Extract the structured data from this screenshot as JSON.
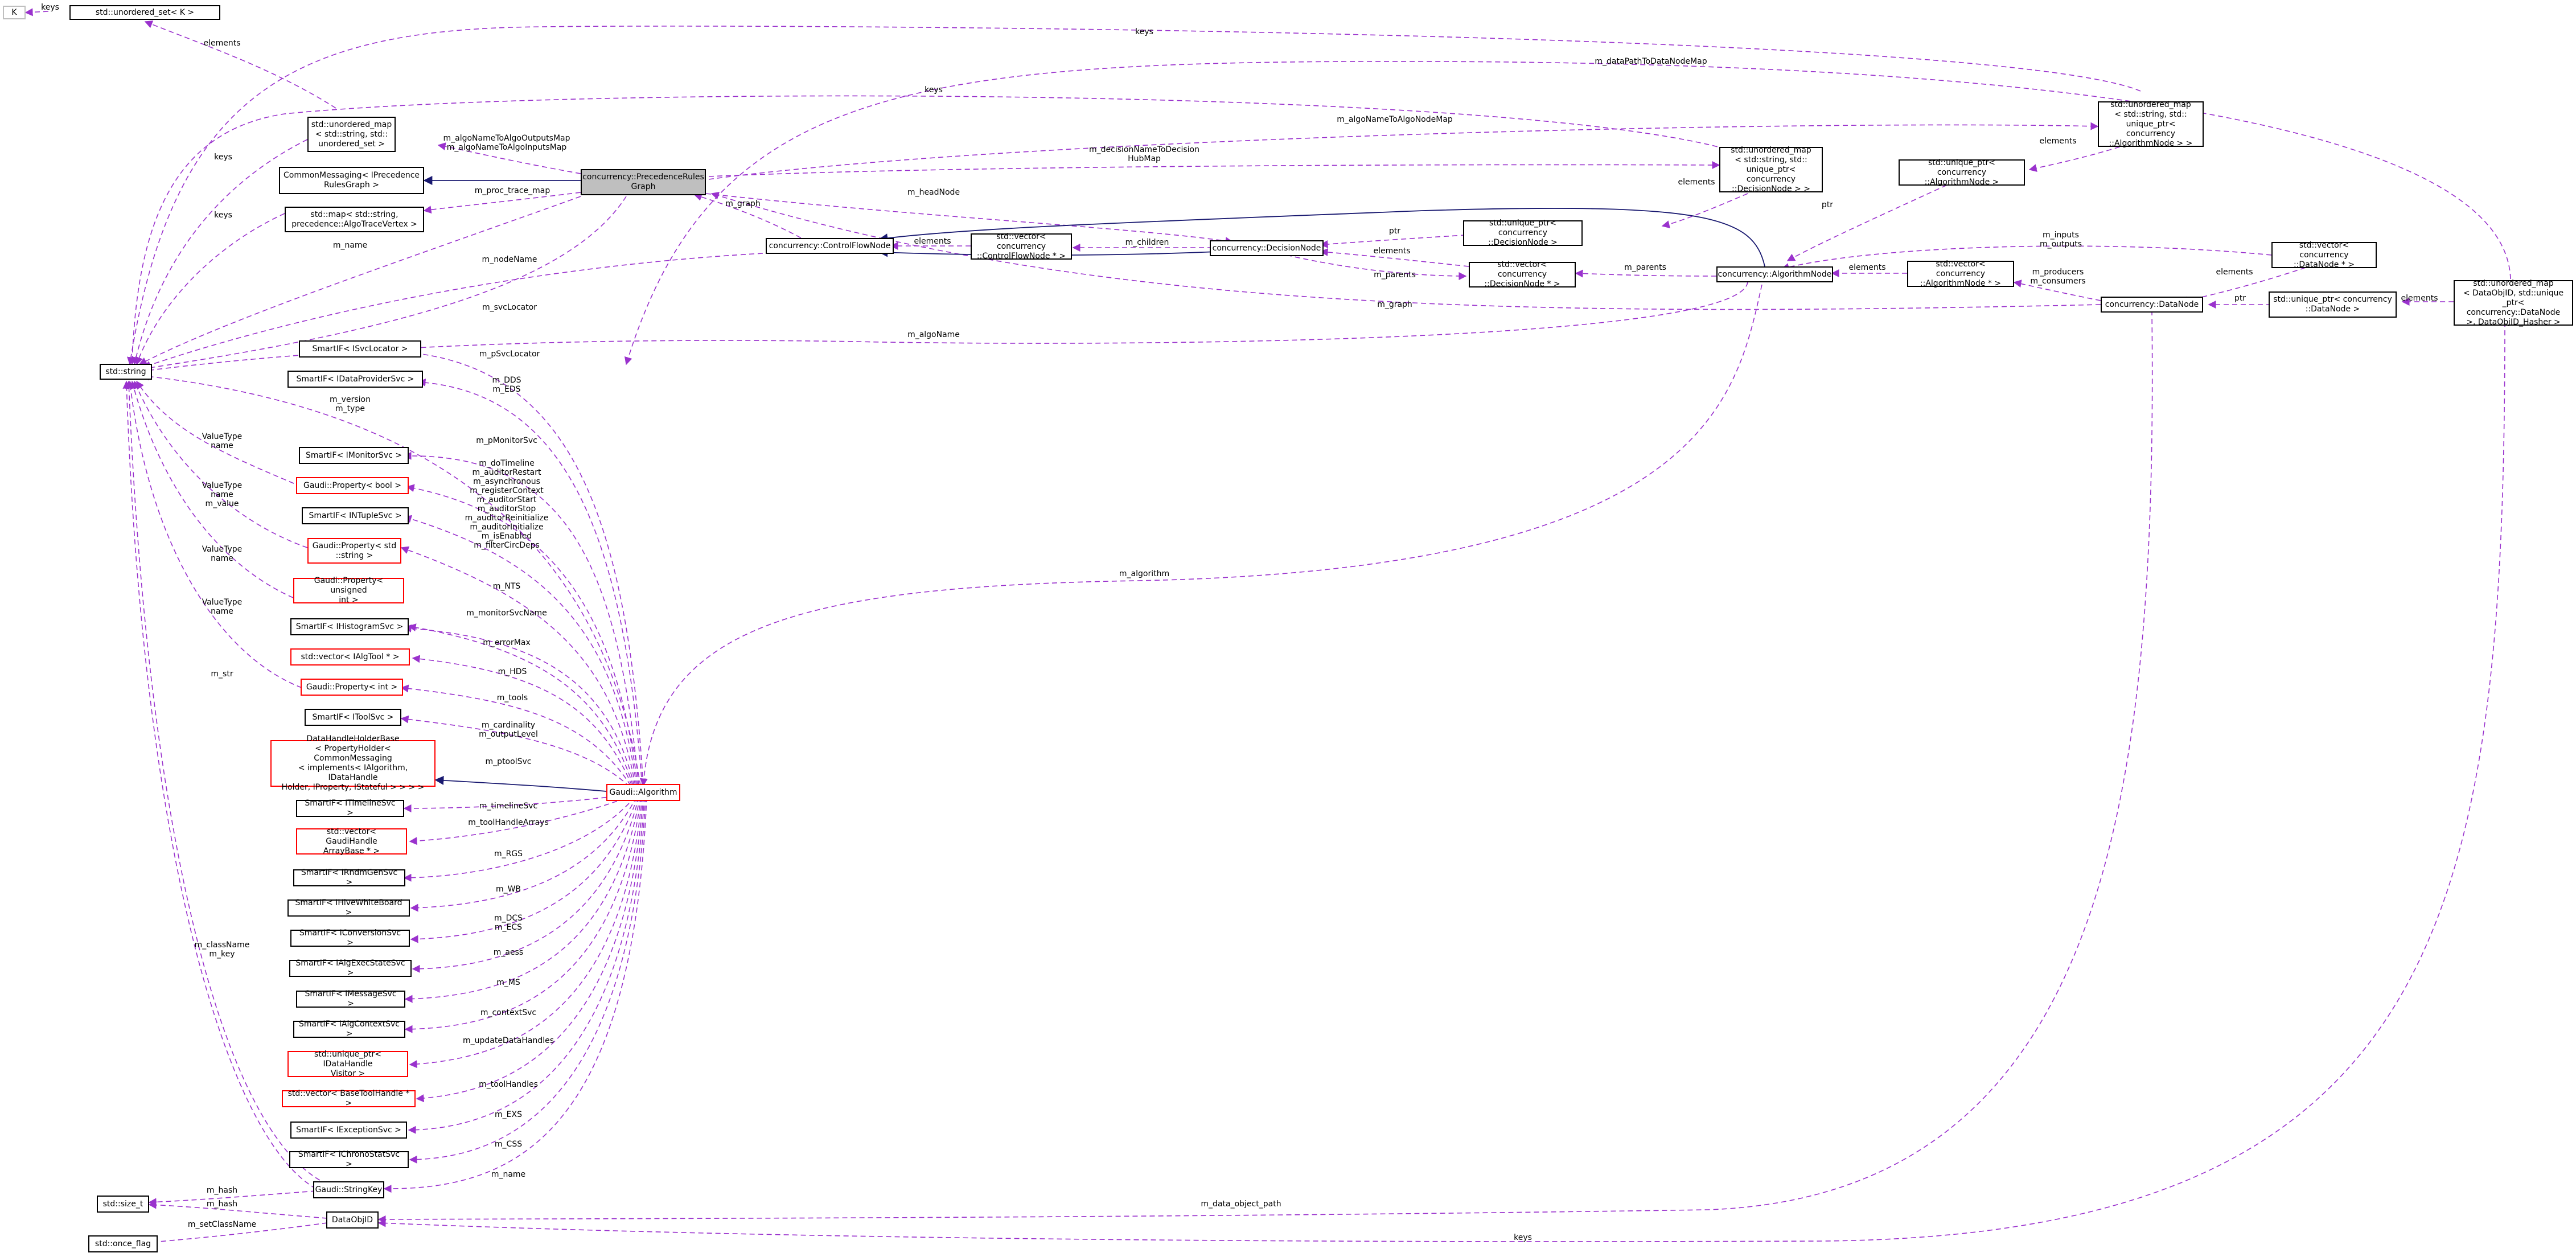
{
  "colors": {
    "dependency": "#9a32cd",
    "inheritance": "#191970",
    "node_border": "#000000",
    "incomplete_border": "#ff0000",
    "focus_fill": "#bfbfbf"
  },
  "nodes": {
    "k": "K",
    "unordered_set": "std::unordered_set< K >",
    "umap_set": "std::unordered_map\n< std::string, std::\nunordered_set >",
    "commonmsg": "CommonMessaging< IPrecedence\nRulesGraph >",
    "prg": "concurrency::PrecedenceRules\nGraph",
    "map_trace": "std::map< std::string,\nprecedence::AlgoTraceVertex >",
    "string": "std::string",
    "cfn": "concurrency::ControlFlowNode",
    "vec_cfn": "std::vector< concurrency\n::ControlFlowNode * >",
    "decision_node": "concurrency::DecisionNode",
    "uptr_decision": "std::unique_ptr< concurrency\n::DecisionNode >",
    "vec_decision": "std::vector< concurrency\n::DecisionNode * >",
    "umap_decision": "std::unordered_map\n< std::string, std::\nunique_ptr< concurrency\n::DecisionNode > >",
    "uptr_algo": "std::unique_ptr< concurrency\n::AlgorithmNode >",
    "umap_algo": "std::unordered_map\n< std::string, std::\nunique_ptr< concurrency\n::AlgorithmNode > >",
    "algo_node": "concurrency::AlgorithmNode",
    "vec_algo": "std::vector< concurrency\n::AlgorithmNode * >",
    "vec_data": "std::vector< concurrency\n::DataNode * >",
    "data_node": "concurrency::DataNode",
    "uptr_data": "std::unique_ptr< concurrency\n::DataNode >",
    "umap_data": "std::unordered_map\n< DataObjID, std::unique\n_ptr< concurrency::DataNode\n>, DataObjID_Hasher >",
    "svclocator": "SmartIF< ISvcLocator >",
    "dataprovider": "SmartIF< IDataProviderSvc >",
    "monitorsvc": "SmartIF< IMonitorSvc >",
    "prop_bool": "Gaudi::Property< bool >",
    "ntuple": "SmartIF< INTupleSvc >",
    "prop_string": "Gaudi::Property< std\n::string >",
    "prop_uint": "Gaudi::Property< unsigned\nint >",
    "histosvc": "SmartIF< IHistogramSvc >",
    "vec_algtool": "std::vector< IAlgTool * >",
    "prop_int": "Gaudi::Property< int >",
    "toolsvc": "SmartIF< IToolSvc >",
    "datahandleholder": "DataHandleHolderBase\n< PropertyHolder< CommonMessaging\n< implements< IAlgorithm, IDataHandle\nHolder, IProperty, IStateful > > > >",
    "gaudi_algorithm": "Gaudi::Algorithm",
    "timelinesvc": "SmartIF< ITimelineSvc >",
    "vec_gaudihandle": "std::vector< GaudiHandle\nArrayBase * >",
    "rndmgensvc": "SmartIF< IRndmGenSvc >",
    "hivewb": "SmartIF< IHiveWhiteBoard >",
    "conversionsvc": "SmartIF< IConversionSvc >",
    "algexecstate": "SmartIF< IAlgExecStateSvc >",
    "messagesvc": "SmartIF< IMessageSvc >",
    "algcontextsvc": "SmartIF< IAlgContextSvc >",
    "uptr_visitor": "std::unique_ptr< IDataHandle\nVisitor >",
    "vec_basetool": "std::vector< BaseToolHandle * >",
    "exceptionsvc": "SmartIF< IExceptionSvc >",
    "chronostat": "SmartIF< IChronoStatSvc >",
    "stringkey": "Gaudi::StringKey",
    "size_t": "std::size_t",
    "dataobjid": "DataObjID",
    "once_flag": "std::once_flag"
  },
  "edge_labels": {
    "keys_k": "keys",
    "elements_uset": "elements",
    "keys_top": "keys",
    "datapath": "m_dataPathToDataNodeMap",
    "keys_decision": "keys",
    "algoname_map": "m_algoNameToAlgoNodeMap",
    "keys_umapset": "keys",
    "outputs_inputs": "m_algoNameToAlgoOutputsMap\nm_algoNameToAlgoInputsMap",
    "elements_algo": "elements",
    "decision_hub": "m_decisionNameToDecision\nHubMap",
    "proc_trace": "m_proc_trace_map",
    "keys_map": "keys",
    "elements_umapdecision": "elements",
    "ptr_algo": "ptr",
    "graph_prg": "m_graph",
    "headnode": "m_headNode",
    "m_name_prg": "m_name",
    "nodename": "m_nodeName",
    "elements_cfn": "elements",
    "children": "m_children",
    "ptr_decision": "ptr",
    "inputs_outputs": "m_inputs\nm_outputs",
    "elements_vecdec": "elements",
    "parents_dec": "m_parents",
    "parents_algo": "m_parents",
    "elements_vecalgo": "elements",
    "elements_vecdata": "elements",
    "producers": "m_producers\nm_consumers",
    "svclocator_prg": "m_svcLocator",
    "graph_cfn": "m_graph",
    "ptr_data": "ptr",
    "elements_data": "elements",
    "algoname": "m_algoName",
    "psvclocator": "m_pSvcLocator",
    "dds": "m_DDS\nm_EDS",
    "version": "m_version\nm_type",
    "valuetype1": "ValueType\nname",
    "pmonitor": "m_pMonitorSvc",
    "props_bool": "m_doTimeline\nm_auditorRestart\nm_asynchronous\nm_registerContext\nm_auditorStart\nm_auditorStop\nm_auditorReinitialize\nm_auditorInitialize\nm_isEnabled\nm_filterCircDeps",
    "valuetype2": "ValueType\nname\nm_value",
    "nts": "m_NTS",
    "valuetype3": "ValueType\nname",
    "monitorsvcname": "m_monitorSvcName",
    "algorithm_label": "m_algorithm",
    "valuetype4": "ValueType\nname",
    "errormax": "m_errorMax",
    "hds": "m_HDS",
    "m_str": "m_str",
    "tools": "m_tools",
    "cardinality": "m_cardinality\nm_outputLevel",
    "ptoolsvc": "m_ptoolSvc",
    "timelinesvc": "m_timelineSvc",
    "toolhandlearrays": "m_toolHandleArrays",
    "rgs": "m_RGS",
    "wb": "m_WB",
    "dcs": "m_DCS\nm_ECS",
    "aess": "m_aess",
    "ms": "m_MS",
    "classname": "m_className\nm_key",
    "contextsvc": "m_contextSvc",
    "updatedatahandles": "m_updateDataHandles",
    "toolhandles": "m_toolHandles",
    "exs": "m_EXS",
    "css": "m_CSS",
    "m_name_algo": "m_name",
    "hash1": "m_hash",
    "data_object_path": "m_data_object_path",
    "hash2": "m_hash",
    "setclassname": "m_setClassName",
    "keys_bottom": "keys"
  }
}
